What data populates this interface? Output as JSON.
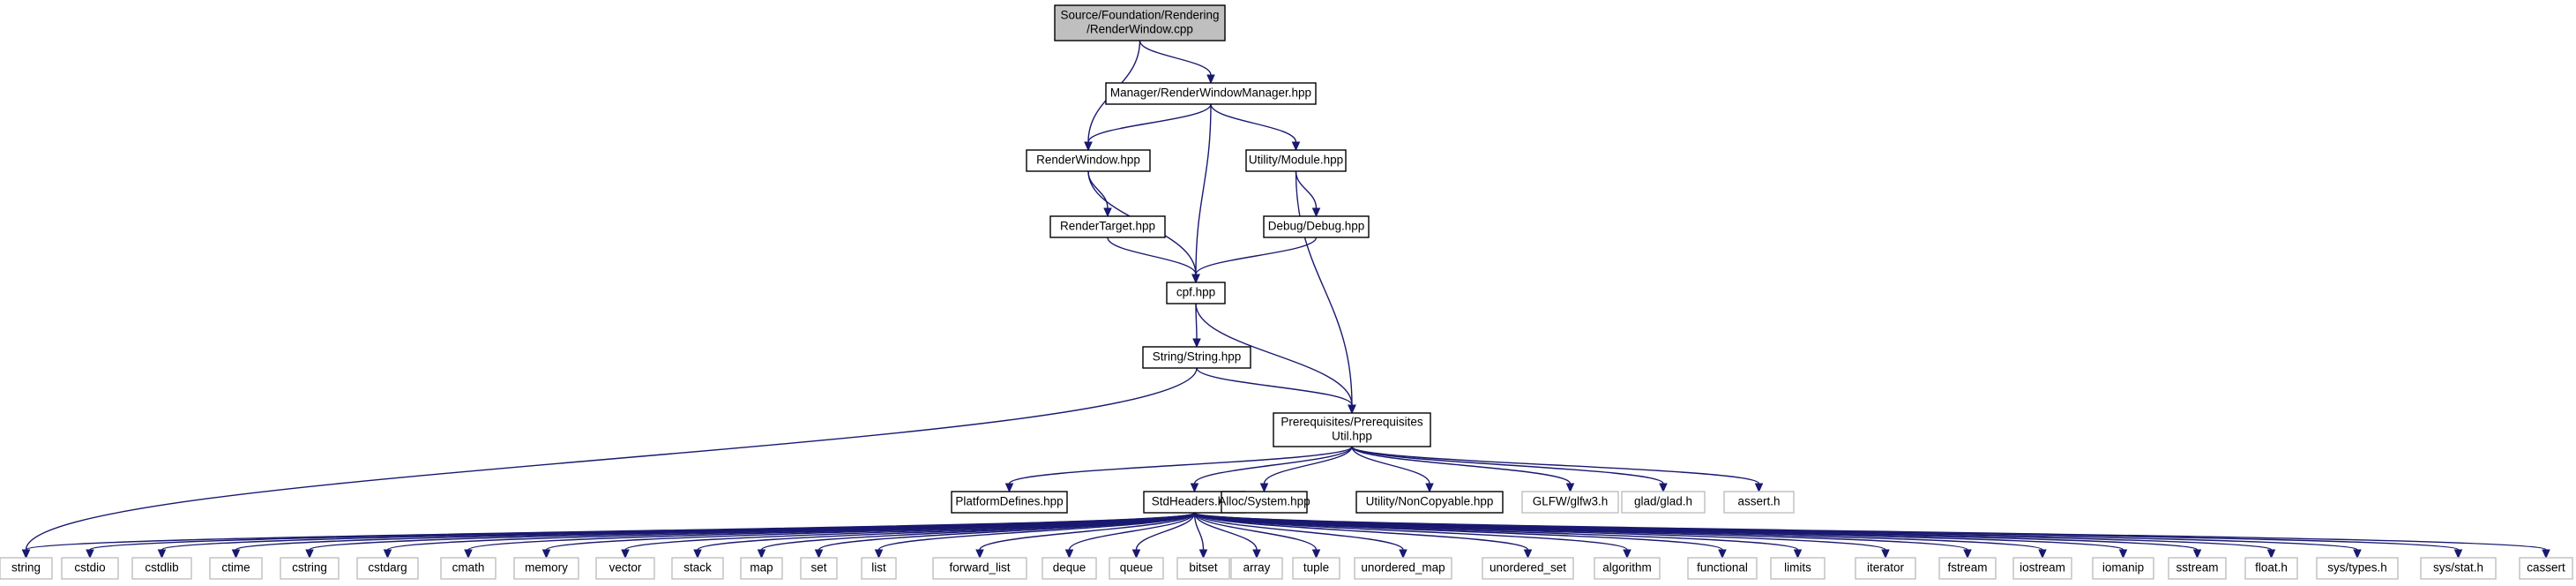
{
  "graph": {
    "nodes": [
      {
        "id": "root",
        "kind": "root",
        "lines": [
          "Source/Foundation/Rendering",
          "/RenderWindow.cpp"
        ]
      },
      {
        "id": "rwm",
        "kind": "doc",
        "lines": [
          "Manager/RenderWindowManager.hpp"
        ]
      },
      {
        "id": "rw",
        "kind": "doc",
        "lines": [
          "RenderWindow.hpp"
        ]
      },
      {
        "id": "mod",
        "kind": "doc",
        "lines": [
          "Utility/Module.hpp"
        ]
      },
      {
        "id": "rt",
        "kind": "doc",
        "lines": [
          "RenderTarget.hpp"
        ]
      },
      {
        "id": "dbg",
        "kind": "doc",
        "lines": [
          "Debug/Debug.hpp"
        ]
      },
      {
        "id": "cpf",
        "kind": "doc",
        "lines": [
          "cpf.hpp"
        ]
      },
      {
        "id": "str",
        "kind": "doc",
        "lines": [
          "String/String.hpp"
        ]
      },
      {
        "id": "pre",
        "kind": "doc",
        "lines": [
          "Prerequisites/Prerequisites",
          "Util.hpp"
        ]
      },
      {
        "id": "pdef",
        "kind": "doc",
        "lines": [
          "PlatformDefines.hpp"
        ]
      },
      {
        "id": "std",
        "kind": "doc",
        "lines": [
          "StdHeaders.hpp"
        ]
      },
      {
        "id": "alloc",
        "kind": "doc",
        "lines": [
          "Alloc/System.hpp"
        ]
      },
      {
        "id": "noncopy",
        "kind": "doc",
        "lines": [
          "Utility/NonCopyable.hpp"
        ]
      },
      {
        "id": "glfw",
        "kind": "ext",
        "lines": [
          "GLFW/glfw3.h"
        ]
      },
      {
        "id": "glad",
        "kind": "ext",
        "lines": [
          "glad/glad.h"
        ]
      },
      {
        "id": "asrt",
        "kind": "ext",
        "lines": [
          "assert.h"
        ]
      },
      {
        "id": "s_string",
        "kind": "ext",
        "lines": [
          "string"
        ]
      },
      {
        "id": "s_cstdio",
        "kind": "ext",
        "lines": [
          "cstdio"
        ]
      },
      {
        "id": "s_cstdlib",
        "kind": "ext",
        "lines": [
          "cstdlib"
        ]
      },
      {
        "id": "s_ctime",
        "kind": "ext",
        "lines": [
          "ctime"
        ]
      },
      {
        "id": "s_cstring",
        "kind": "ext",
        "lines": [
          "cstring"
        ]
      },
      {
        "id": "s_cstdarg",
        "kind": "ext",
        "lines": [
          "cstdarg"
        ]
      },
      {
        "id": "s_cmath",
        "kind": "ext",
        "lines": [
          "cmath"
        ]
      },
      {
        "id": "s_memory",
        "kind": "ext",
        "lines": [
          "memory"
        ]
      },
      {
        "id": "s_vector",
        "kind": "ext",
        "lines": [
          "vector"
        ]
      },
      {
        "id": "s_stack",
        "kind": "ext",
        "lines": [
          "stack"
        ]
      },
      {
        "id": "s_map",
        "kind": "ext",
        "lines": [
          "map"
        ]
      },
      {
        "id": "s_set",
        "kind": "ext",
        "lines": [
          "set"
        ]
      },
      {
        "id": "s_list",
        "kind": "ext",
        "lines": [
          "list"
        ]
      },
      {
        "id": "s_forward_list",
        "kind": "ext",
        "lines": [
          "forward_list"
        ]
      },
      {
        "id": "s_deque",
        "kind": "ext",
        "lines": [
          "deque"
        ]
      },
      {
        "id": "s_queue",
        "kind": "ext",
        "lines": [
          "queue"
        ]
      },
      {
        "id": "s_bitset",
        "kind": "ext",
        "lines": [
          "bitset"
        ]
      },
      {
        "id": "s_array",
        "kind": "ext",
        "lines": [
          "array"
        ]
      },
      {
        "id": "s_tuple",
        "kind": "ext",
        "lines": [
          "tuple"
        ]
      },
      {
        "id": "s_unordered_map",
        "kind": "ext",
        "lines": [
          "unordered_map"
        ]
      },
      {
        "id": "s_unordered_set",
        "kind": "ext",
        "lines": [
          "unordered_set"
        ]
      },
      {
        "id": "s_algorithm",
        "kind": "ext",
        "lines": [
          "algorithm"
        ]
      },
      {
        "id": "s_functional",
        "kind": "ext",
        "lines": [
          "functional"
        ]
      },
      {
        "id": "s_limits",
        "kind": "ext",
        "lines": [
          "limits"
        ]
      },
      {
        "id": "s_iterator",
        "kind": "ext",
        "lines": [
          "iterator"
        ]
      },
      {
        "id": "s_fstream",
        "kind": "ext",
        "lines": [
          "fstream"
        ]
      },
      {
        "id": "s_iostream",
        "kind": "ext",
        "lines": [
          "iostream"
        ]
      },
      {
        "id": "s_iomanip",
        "kind": "ext",
        "lines": [
          "iomanip"
        ]
      },
      {
        "id": "s_sstream",
        "kind": "ext",
        "lines": [
          "sstream"
        ]
      },
      {
        "id": "s_float",
        "kind": "ext",
        "lines": [
          "float.h"
        ]
      },
      {
        "id": "s_systypes",
        "kind": "ext",
        "lines": [
          "sys/types.h"
        ]
      },
      {
        "id": "s_sysstat",
        "kind": "ext",
        "lines": [
          "sys/stat.h"
        ]
      },
      {
        "id": "s_cassert",
        "kind": "ext",
        "lines": [
          "cassert"
        ]
      }
    ],
    "edges": [
      [
        "root",
        "rwm"
      ],
      [
        "root",
        "rw"
      ],
      [
        "rwm",
        "rw"
      ],
      [
        "rwm",
        "mod"
      ],
      [
        "rwm",
        "cpf"
      ],
      [
        "rw",
        "rt"
      ],
      [
        "rw",
        "cpf"
      ],
      [
        "rt",
        "cpf"
      ],
      [
        "mod",
        "dbg"
      ],
      [
        "mod",
        "pre"
      ],
      [
        "dbg",
        "cpf"
      ],
      [
        "cpf",
        "str"
      ],
      [
        "cpf",
        "pre"
      ],
      [
        "str",
        "pre"
      ],
      [
        "str",
        "s_string"
      ],
      [
        "pre",
        "pdef"
      ],
      [
        "pre",
        "std"
      ],
      [
        "pre",
        "alloc"
      ],
      [
        "pre",
        "noncopy"
      ],
      [
        "pre",
        "glfw"
      ],
      [
        "pre",
        "glad"
      ],
      [
        "pre",
        "asrt"
      ],
      [
        "std",
        "s_string"
      ],
      [
        "std",
        "s_cstdio"
      ],
      [
        "std",
        "s_cstdlib"
      ],
      [
        "std",
        "s_ctime"
      ],
      [
        "std",
        "s_cstring"
      ],
      [
        "std",
        "s_cstdarg"
      ],
      [
        "std",
        "s_cmath"
      ],
      [
        "std",
        "s_memory"
      ],
      [
        "std",
        "s_vector"
      ],
      [
        "std",
        "s_stack"
      ],
      [
        "std",
        "s_map"
      ],
      [
        "std",
        "s_set"
      ],
      [
        "std",
        "s_list"
      ],
      [
        "std",
        "s_forward_list"
      ],
      [
        "std",
        "s_deque"
      ],
      [
        "std",
        "s_queue"
      ],
      [
        "std",
        "s_bitset"
      ],
      [
        "std",
        "s_array"
      ],
      [
        "std",
        "s_tuple"
      ],
      [
        "std",
        "s_unordered_map"
      ],
      [
        "std",
        "s_unordered_set"
      ],
      [
        "std",
        "s_algorithm"
      ],
      [
        "std",
        "s_functional"
      ],
      [
        "std",
        "s_limits"
      ],
      [
        "std",
        "s_iterator"
      ],
      [
        "std",
        "s_fstream"
      ],
      [
        "std",
        "s_iostream"
      ],
      [
        "std",
        "s_iomanip"
      ],
      [
        "std",
        "s_sstream"
      ],
      [
        "std",
        "s_float"
      ],
      [
        "std",
        "s_systypes"
      ],
      [
        "std",
        "s_sysstat"
      ],
      [
        "std",
        "s_cassert"
      ]
    ]
  },
  "colors": {
    "edge": "#191970",
    "node_border": "#000000",
    "ext_border": "#bfbfbf",
    "root_fill": "#bfbfbf",
    "node_fill": "#ffffff"
  }
}
